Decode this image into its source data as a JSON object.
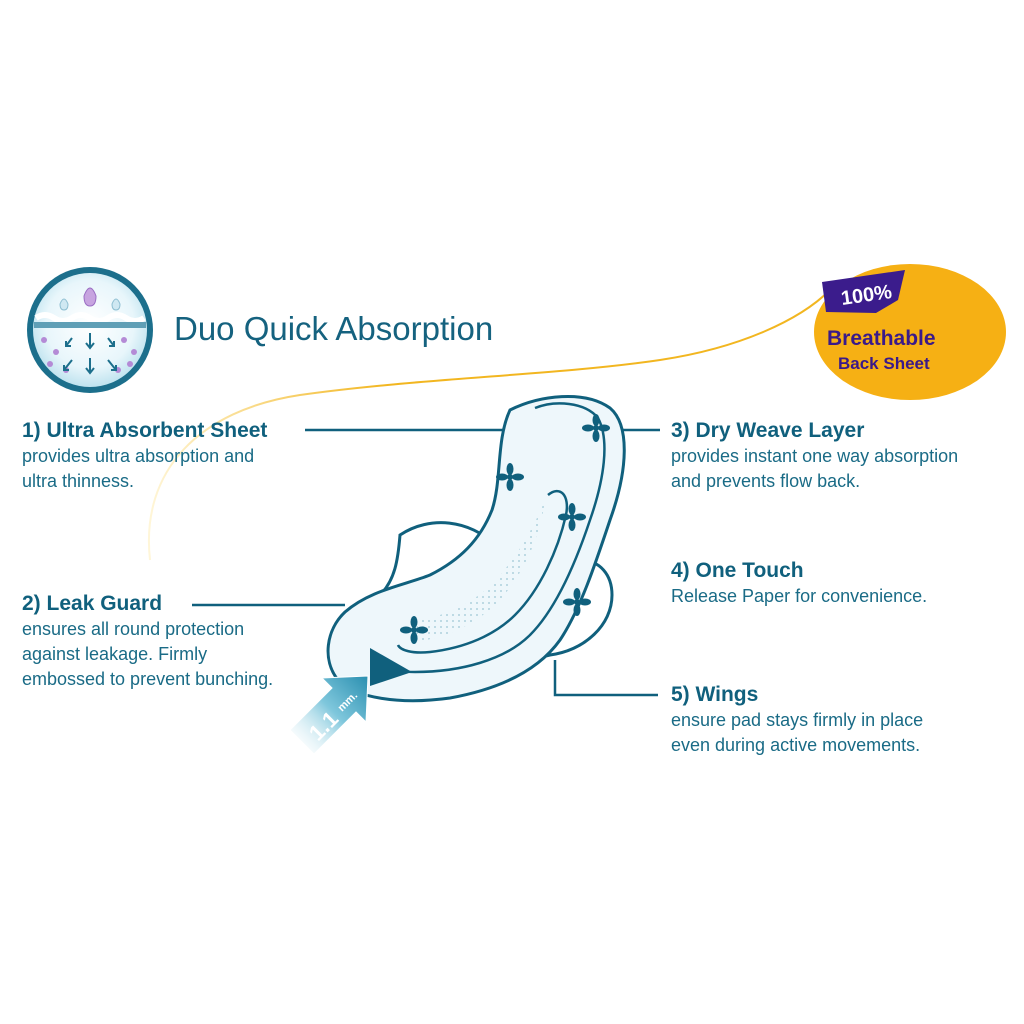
{
  "headline": "Duo Quick Absorption",
  "badge": {
    "percent": "100%",
    "line1": "Breathable",
    "line2": "Back Sheet",
    "fill_color": "#f6b014",
    "ribbon_color": "#3b1c8c"
  },
  "thickness": {
    "value": "1.1",
    "unit": "mm."
  },
  "features": [
    {
      "title": "1) Ultra Absorbent Sheet",
      "desc": [
        "provides ultra absorption and",
        "ultra thinness."
      ]
    },
    {
      "title": "2) Leak Guard",
      "desc": [
        "ensures all round protection",
        "against leakage. Firmly",
        "embossed to prevent bunching."
      ]
    },
    {
      "title": "3) Dry Weave Layer",
      "desc": [
        "provides instant one way absorption",
        "and prevents flow back."
      ]
    },
    {
      "title": "4) One Touch",
      "desc": [
        "Release Paper for convenience."
      ]
    },
    {
      "title": "5) Wings",
      "desc": [
        "ensure pad stays firmly in place",
        "even during active movements."
      ]
    }
  ],
  "colors": {
    "accent": "#10607d",
    "curve": "#f2b620"
  }
}
